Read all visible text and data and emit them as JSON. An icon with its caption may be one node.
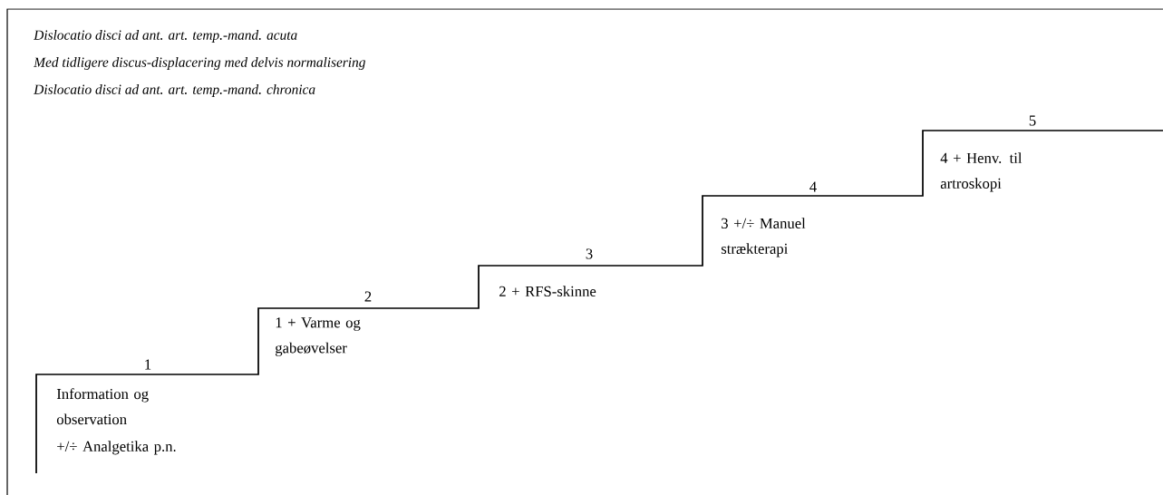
{
  "diagram": {
    "labels": [
      "Dislocatio disci ad ant. art. temp.-mand. acuta",
      "Med tidligere discus-displacering med delvis normalisering",
      "Dislocatio disci ad ant. art. temp.-mand. chronica",
      "5",
      "4 + Henv. til artroskopi",
      "4",
      "3 +/÷ Manuel strækterapi",
      "3",
      "2 + RFS-skinne",
      "2",
      "1 + Varme og gabeøvelser",
      "1",
      "Information og observation",
      "+/÷ Analgetika p.n."
    ]
  }
}
